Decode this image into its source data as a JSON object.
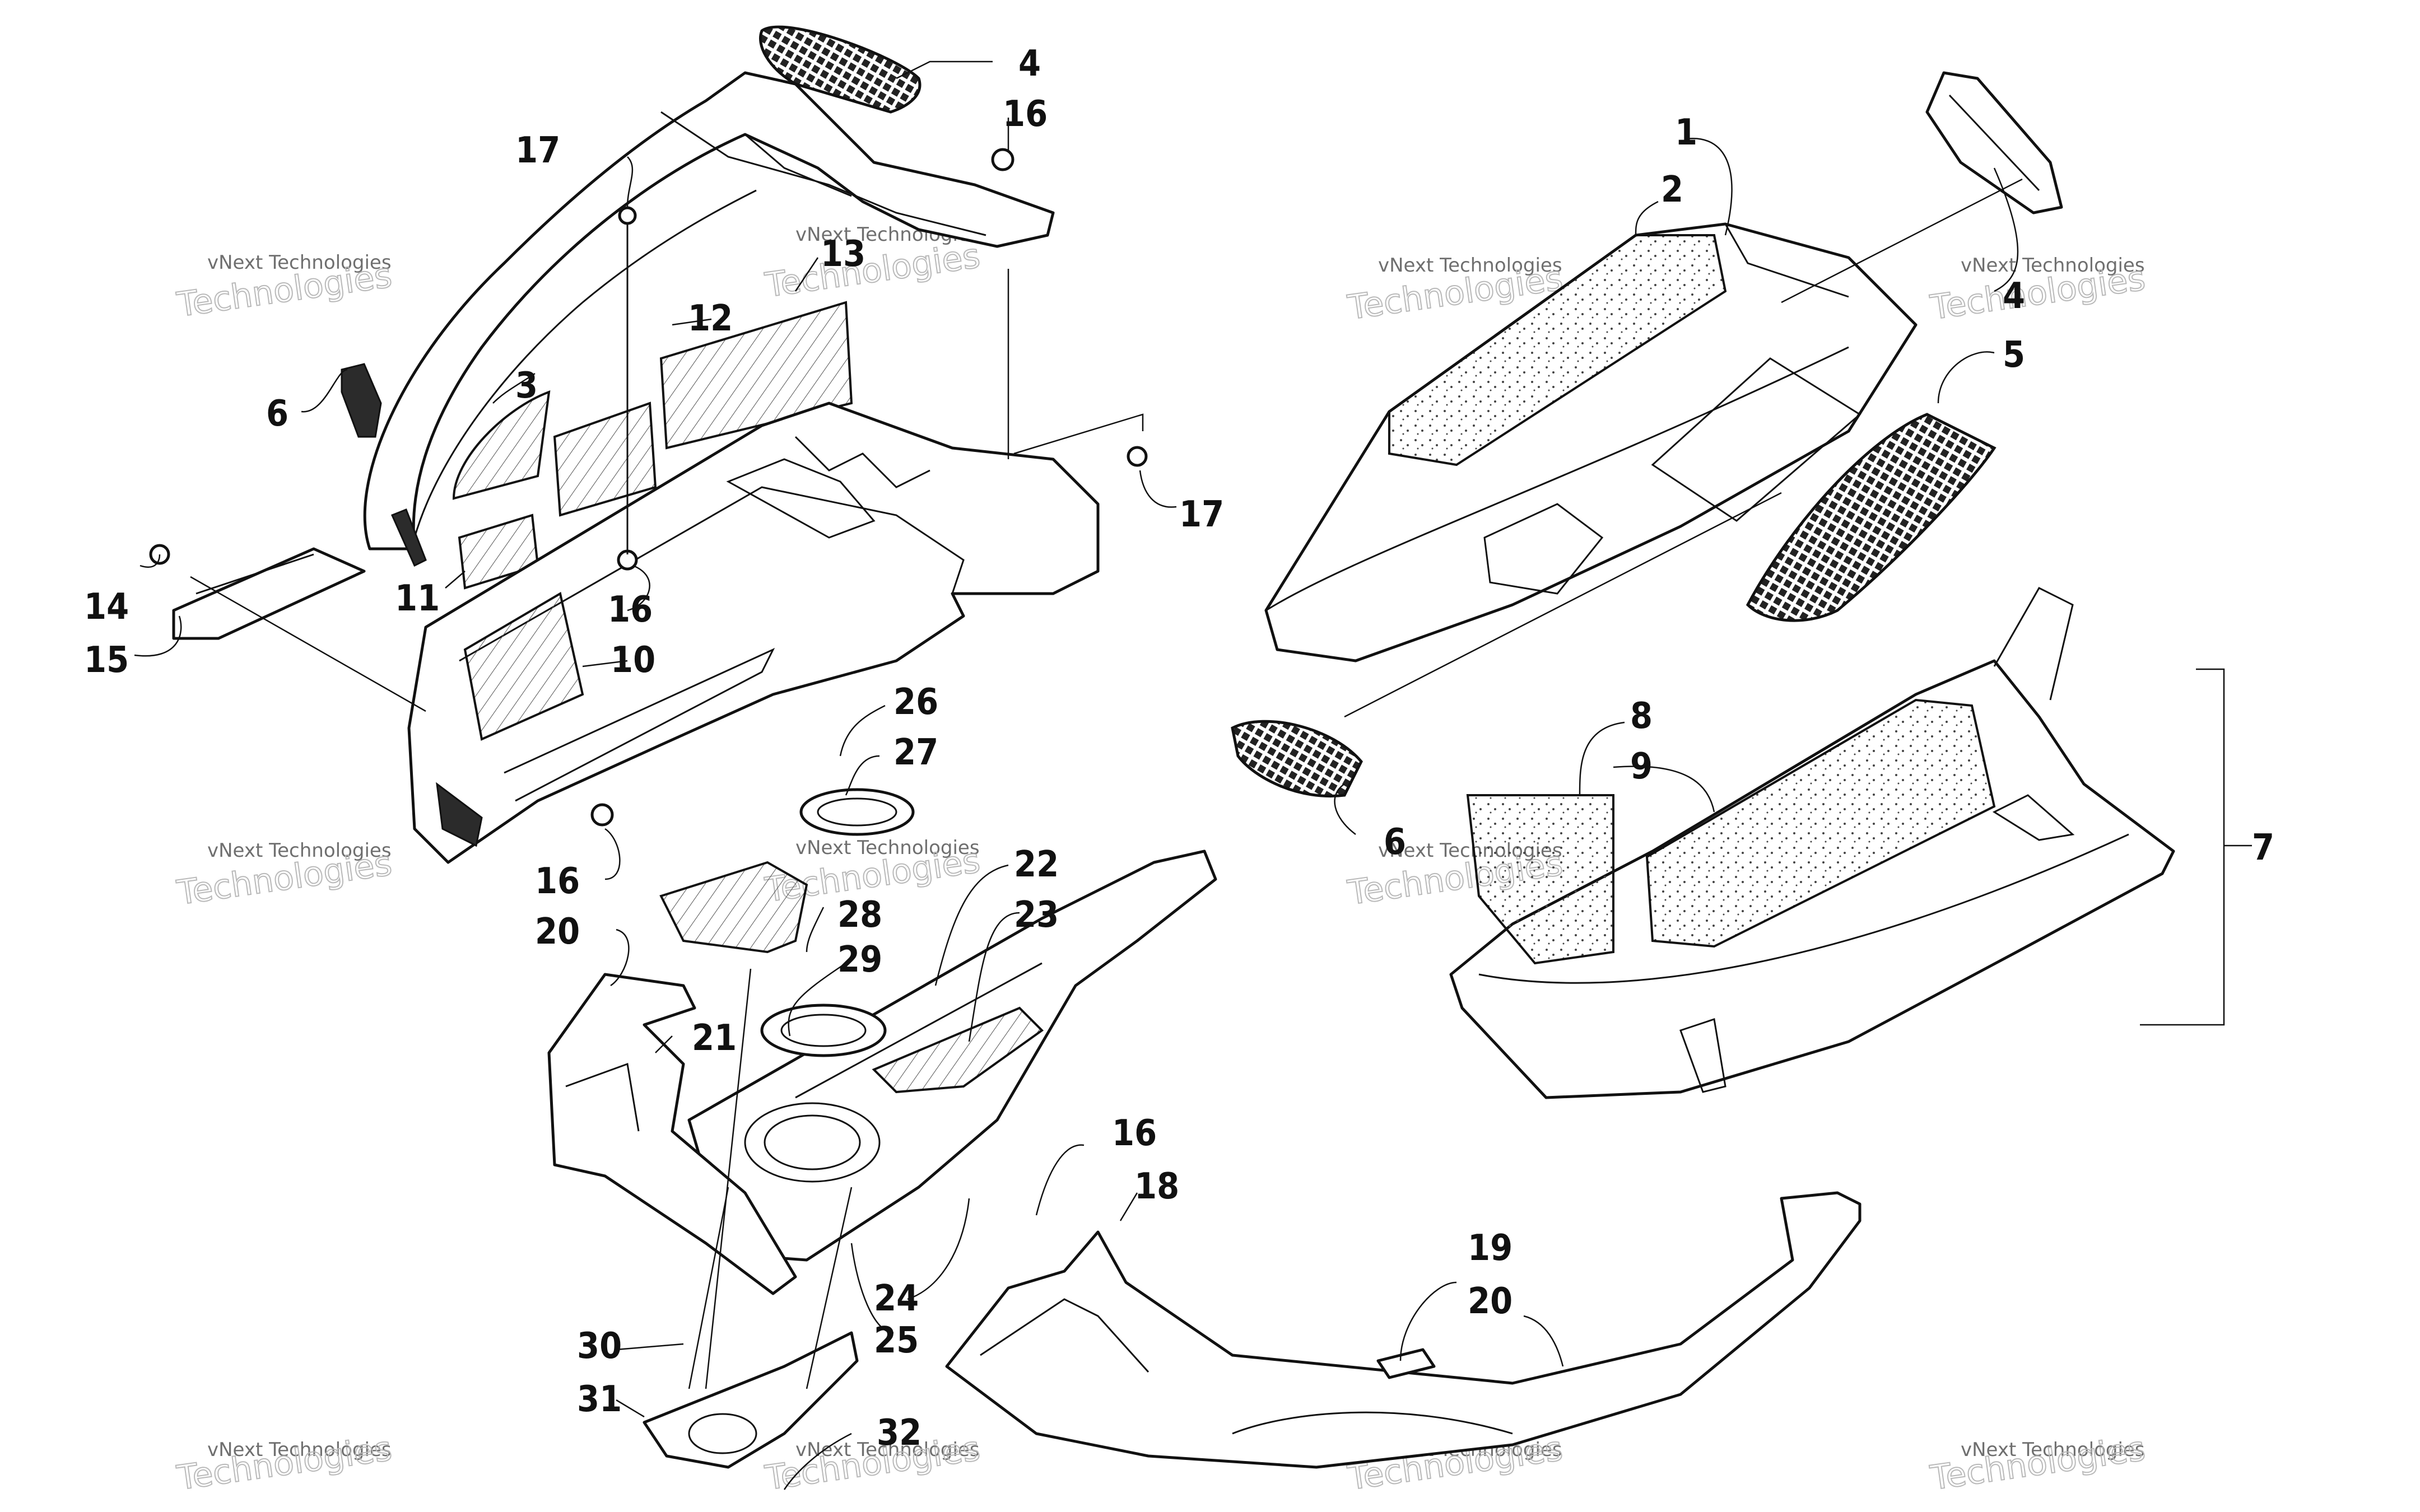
{
  "labels": [
    {
      "text": "1"
    },
    {
      "text": "2"
    },
    {
      "text": "3"
    },
    {
      "text": "4"
    },
    {
      "text": "4"
    },
    {
      "text": "5"
    },
    {
      "text": "6"
    },
    {
      "text": "6"
    },
    {
      "text": "7"
    },
    {
      "text": "8"
    },
    {
      "text": "9"
    },
    {
      "text": "10"
    },
    {
      "text": "11"
    },
    {
      "text": "12"
    },
    {
      "text": "13"
    },
    {
      "text": "14"
    },
    {
      "text": "15"
    },
    {
      "text": "16"
    },
    {
      "text": "16"
    },
    {
      "text": "16"
    },
    {
      "text": "16"
    },
    {
      "text": "17"
    },
    {
      "text": "17"
    },
    {
      "text": "18"
    },
    {
      "text": "19"
    },
    {
      "text": "20"
    },
    {
      "text": "20"
    },
    {
      "text": "21"
    },
    {
      "text": "22"
    },
    {
      "text": "23"
    },
    {
      "text": "24"
    },
    {
      "text": "25"
    },
    {
      "text": "26"
    },
    {
      "text": "27"
    },
    {
      "text": "28"
    },
    {
      "text": "29"
    },
    {
      "text": "30"
    },
    {
      "text": "31"
    },
    {
      "text": "32"
    }
  ],
  "watermark": {
    "line1": "vNext Technologies",
    "line2": "Technologies"
  }
}
